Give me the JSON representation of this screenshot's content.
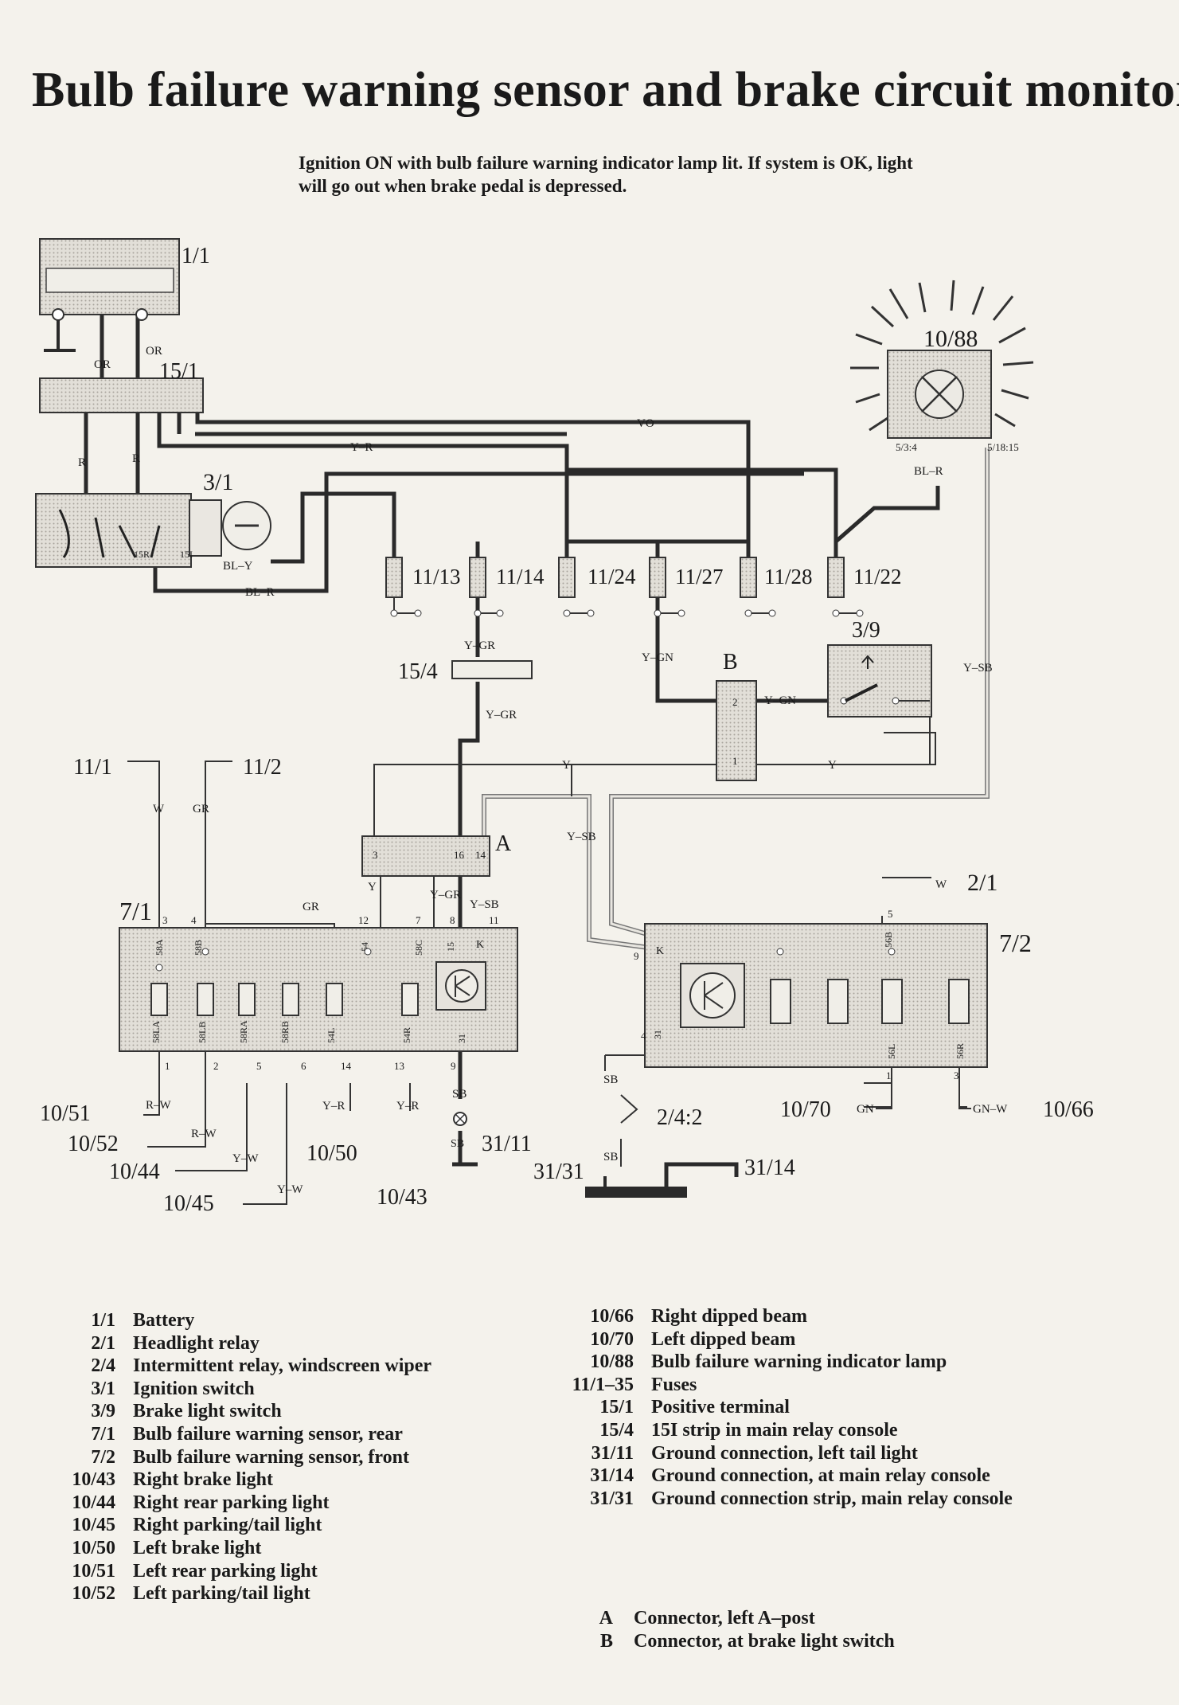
{
  "title": "Bulb failure warning sensor and brake circuit monitor",
  "subtitle": "Ignition ON with bulb failure warning indicator lamp lit. If system is OK, light will go out when brake pedal is depressed.",
  "diagram": {
    "components": {
      "battery": "1/1",
      "positive_terminal": "15/1",
      "ignition_switch": "3/1",
      "indicator_lamp": "10/88",
      "brake_light_switch": "3/9",
      "strip_15i": "15/4",
      "sensor_rear": "7/1",
      "sensor_front": "7/2",
      "wiper_relay": "2/4:2",
      "headlight_relay": "2/1",
      "ground_strip": "31/31",
      "ground_console": "31/14",
      "ground_tail": "31/11",
      "fuse_11_1": "11/1",
      "fuse_11_2": "11/2",
      "connector_a": "A",
      "connector_b": "B"
    },
    "fuses": [
      "11/13",
      "11/14",
      "11/24",
      "11/27",
      "11/28",
      "11/22"
    ],
    "loads": {
      "left_rear_parking": "10/51",
      "left_parking_tail": "10/52",
      "right_rear_parking": "10/44",
      "right_parking_tail": "10/45",
      "left_brake": "10/50",
      "right_brake": "10/43",
      "left_dipped": "10/70",
      "right_dipped": "10/66"
    },
    "wire_labels": {
      "or1": "OR",
      "or2": "OR",
      "r1": "R",
      "r2": "R",
      "vo": "VO",
      "yr_top": "Y–R",
      "bly": "BL–Y",
      "blr_left": "BL–R",
      "blr_lamp": "BL–R",
      "lamp_pin_a": "5/3:4",
      "lamp_pin_b": "5/18:15",
      "ysb_right": "Y–SB",
      "ygr_a": "Y–GR",
      "ygr_b": "Y–GR",
      "ygr_c": "Y–GR",
      "ygn_a": "Y–GN",
      "ygn_b": "Y–GN",
      "y_a": "Y",
      "y_b": "Y",
      "y_c": "Y",
      "w_top": "W",
      "gr_top": "GR",
      "gr_mid": "GR",
      "ysb_a": "Y–SB",
      "ysb_b": "Y–SB",
      "k_rear": "K",
      "k_front": "K",
      "w_21": "W",
      "rw_a": "R–W",
      "rw_b": "R–W",
      "yw_a": "Y–W",
      "yw_b": "Y–W",
      "yr_a": "Y–R",
      "yr_b": "Y–R",
      "sb_a": "SB",
      "sb_b": "SB",
      "sb_c": "SB",
      "sb_d": "SB",
      "gn": "GN",
      "gnw": "GN–W",
      "t15r": "15R",
      "t15i": "15I"
    },
    "pins_rear": {
      "p3": "3",
      "p4": "4",
      "p12": "12",
      "p7": "7",
      "p8": "8",
      "p11": "11",
      "p1": "1",
      "p2": "2",
      "p5": "5",
      "p6": "6",
      "p14": "14",
      "p13": "13",
      "p9": "9",
      "t58a": "58A",
      "t58b": "58B",
      "t54": "54",
      "t58c": "58C",
      "t15": "15",
      "t58la": "58LA",
      "t58lb": "58LB",
      "t58ra": "58RA",
      "t58rb": "58RB",
      "t54l": "54L",
      "t54r": "54R",
      "t31": "31"
    },
    "pins_front": {
      "p9": "9",
      "p4": "4",
      "p5": "5",
      "p1": "1",
      "p3": "3",
      "t31": "31",
      "t56b": "56B",
      "t56l": "56L",
      "t56r": "56R"
    },
    "pins_a": {
      "p3": "3",
      "p16": "16",
      "p14": "14"
    },
    "pins_b": {
      "p2": "2",
      "p1": "1"
    }
  },
  "legend": {
    "left": [
      {
        "code": "1/1",
        "desc": "Battery"
      },
      {
        "code": "2/1",
        "desc": "Headlight relay"
      },
      {
        "code": "2/4",
        "desc": "Intermittent relay, windscreen wiper"
      },
      {
        "code": "3/1",
        "desc": "Ignition switch"
      },
      {
        "code": "3/9",
        "desc": "Brake light switch"
      },
      {
        "code": "7/1",
        "desc": "Bulb failure warning sensor, rear"
      },
      {
        "code": "7/2",
        "desc": "Bulb failure warning sensor, front"
      },
      {
        "code": "10/43",
        "desc": "Right brake light"
      },
      {
        "code": "10/44",
        "desc": "Right rear parking light"
      },
      {
        "code": "10/45",
        "desc": "Right parking/tail light"
      },
      {
        "code": "10/50",
        "desc": "Left brake light"
      },
      {
        "code": "10/51",
        "desc": "Left rear parking light"
      },
      {
        "code": "10/52",
        "desc": "Left parking/tail light"
      }
    ],
    "right": [
      {
        "code": "10/66",
        "desc": "Right dipped beam"
      },
      {
        "code": "10/70",
        "desc": "Left dipped beam"
      },
      {
        "code": "10/88",
        "desc": "Bulb failure warning indicator lamp"
      },
      {
        "code": "11/1–35",
        "desc": "Fuses"
      },
      {
        "code": "15/1",
        "desc": "Positive terminal"
      },
      {
        "code": "15/4",
        "desc": "15I strip in main relay console"
      },
      {
        "code": "31/11",
        "desc": "Ground connection, left tail light"
      },
      {
        "code": "31/14",
        "desc": "Ground connection, at main relay console"
      },
      {
        "code": "31/31",
        "desc": "Ground connection strip, main relay console"
      }
    ],
    "connectors": [
      {
        "code": "A",
        "desc": "Connector, left A–post"
      },
      {
        "code": "B",
        "desc": "Connector, at brake light switch"
      }
    ]
  },
  "colors": {
    "wire": "#2a2a2a",
    "box_fill": "#d9d6cf",
    "paper": "#f4f2ec"
  }
}
